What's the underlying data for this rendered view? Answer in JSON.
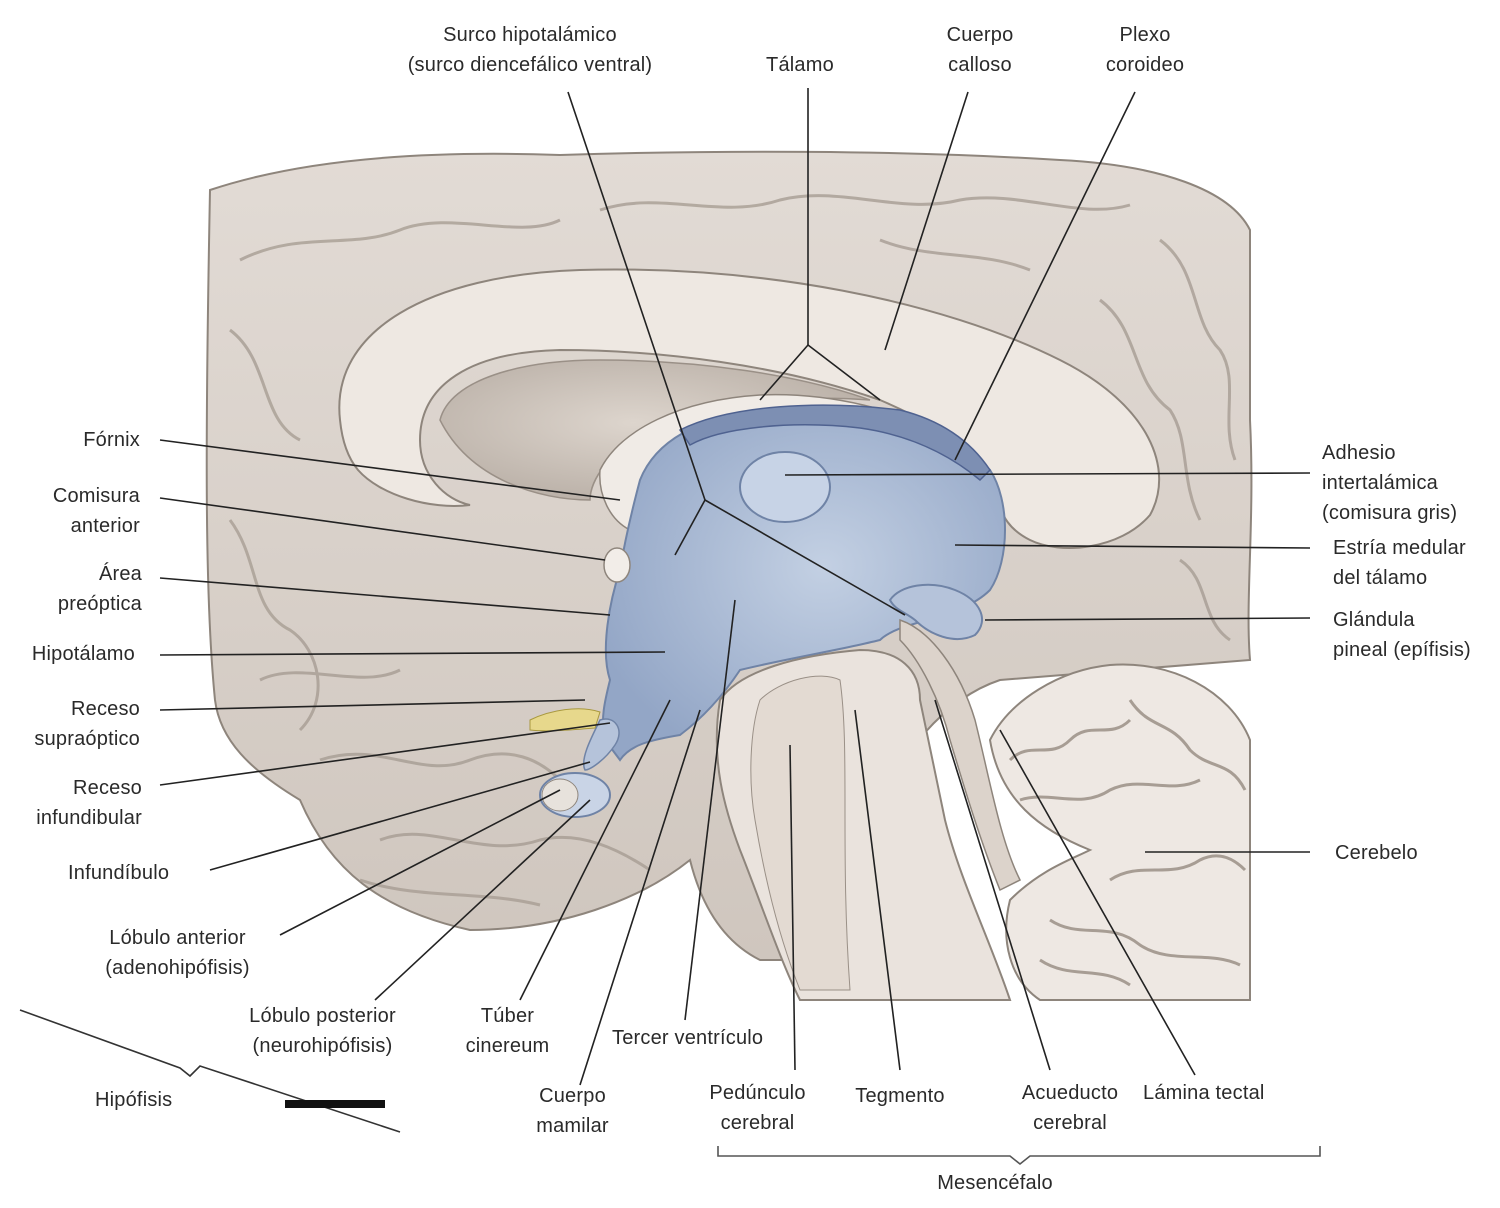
{
  "labels": {
    "surco_hipotalamico": [
      "Surco hipotalámico",
      "(surco diencefálico ventral)"
    ],
    "talamo": [
      "Tálamo"
    ],
    "cuerpo_calloso": [
      "Cuerpo",
      "calloso"
    ],
    "plexo_coroideo": [
      "Plexo",
      "coroideo"
    ],
    "fornix": [
      "Fórnix"
    ],
    "comisura_anterior": [
      "Comisura",
      "anterior"
    ],
    "area_preoptica": [
      "Área",
      "preóptica"
    ],
    "hipotalamo": [
      "Hipotálamo"
    ],
    "receso_supraoptico": [
      "Receso",
      "supraóptico"
    ],
    "receso_infundibular": [
      "Receso",
      "infundibular"
    ],
    "infundibulo": [
      "Infundíbulo"
    ],
    "lobulo_anterior": [
      "Lóbulo anterior",
      "(adenohipófisis)"
    ],
    "lobulo_posterior": [
      "Lóbulo posterior",
      "(neurohipófisis)"
    ],
    "hipofisis": [
      "Hipófisis"
    ],
    "tuber_cinereum": [
      "Túber",
      "cinereum"
    ],
    "cuerpo_mamilar": [
      "Cuerpo",
      "mamilar"
    ],
    "tercer_ventriculo": [
      "Tercer ventrículo"
    ],
    "pedunculo_cerebral": [
      "Pedúnculo",
      "cerebral"
    ],
    "tegmento": [
      "Tegmento"
    ],
    "acueducto_cerebral": [
      "Acueducto",
      "cerebral"
    ],
    "lamina_tectal": [
      "Lámina tectal"
    ],
    "mesencefalo": [
      "Mesencéfalo"
    ],
    "adhesio_intertalamica": [
      "Adhesio",
      "intertalámica",
      "(comisura gris)"
    ],
    "estria_medular": [
      "Estría medular",
      "del tálamo"
    ],
    "glandula_pineal": [
      "Glándula",
      "pineal (epífisis)"
    ],
    "cerebelo": [
      "Cerebelo"
    ]
  },
  "colors": {
    "brain_tissue": "#d9d2cb",
    "gyri_shadow": "#a89f97",
    "white_matter": "#efe9e4",
    "diencephalon_blue": "#a9b9d3",
    "label_text": "#2a2a2a",
    "leader_line": "#222222"
  }
}
